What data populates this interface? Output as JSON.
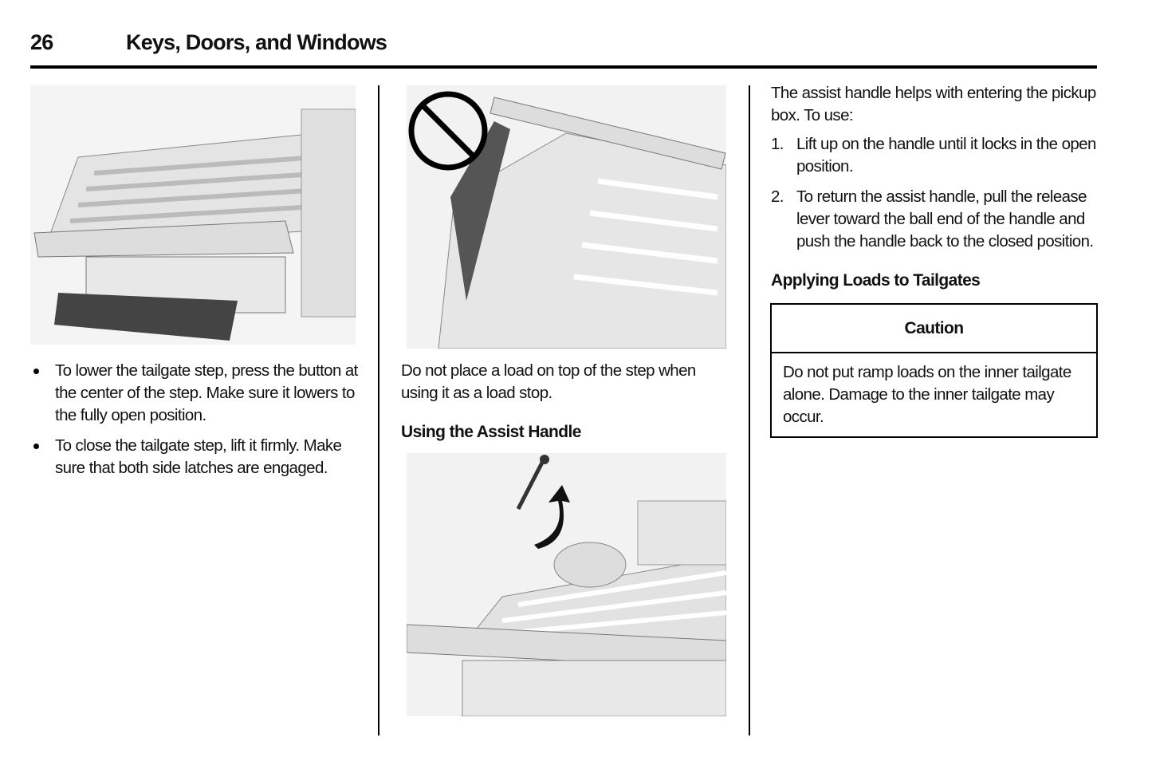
{
  "header": {
    "page_number": "26",
    "section_title": "Keys, Doors, and Windows"
  },
  "col1": {
    "bullets": [
      "To lower the tailgate step, press the button at the center of the step. Make sure it lowers to the fully open position.",
      "To close the tailgate step, lift it firmly. Make sure that both side latches are engaged."
    ]
  },
  "col2": {
    "warning_text": "Do not place a load on top of the step when using it as a load stop.",
    "heading": "Using the Assist Handle"
  },
  "col3": {
    "intro": "The assist handle helps with entering the pickup box. To use:",
    "steps": [
      {
        "num": "1.",
        "text": "Lift up on the handle until it locks in the open position."
      },
      {
        "num": "2.",
        "text": "To return the assist handle, pull the release lever toward the ball end of the handle and push the handle back to the closed position."
      }
    ],
    "heading": "Applying Loads to Tailgates",
    "caution": {
      "title": "Caution",
      "body": "Do not put ramp loads on the inner tailgate alone. Damage to the inner tailgate may occur."
    }
  }
}
